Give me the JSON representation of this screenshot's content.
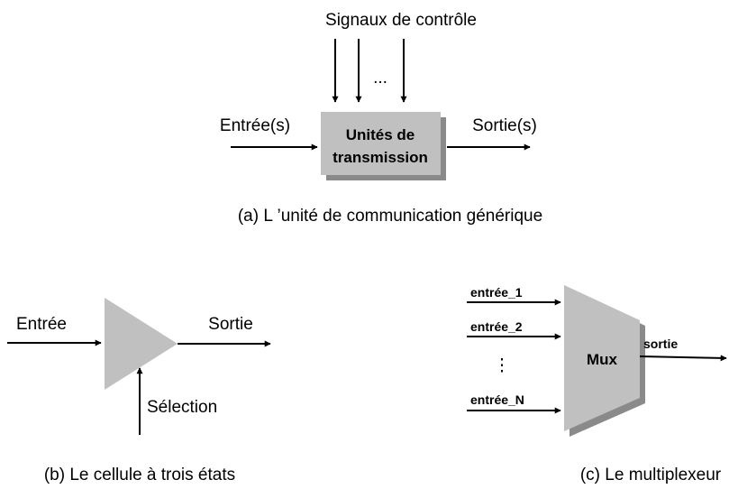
{
  "generic_unit": {
    "top_label": "Signaux de contrôle",
    "dots": "...",
    "input_label": "Entrée(s)",
    "output_label": "Sortie(s)",
    "box_line1": "Unités de",
    "box_line2": "transmission",
    "caption": "(a) L ’unité de communication générique"
  },
  "tristate": {
    "input_label": "Entrée",
    "output_label": "Sortie",
    "select_label": "Sélection",
    "caption": "(b) Le cellule à trois états"
  },
  "mux": {
    "inputs": [
      "entrée_1",
      "entrée_2",
      "entrée_N"
    ],
    "vdots": "⋮",
    "box_label": "Mux",
    "output_label": "sortie",
    "caption": "(c) Le multiplexeur"
  }
}
